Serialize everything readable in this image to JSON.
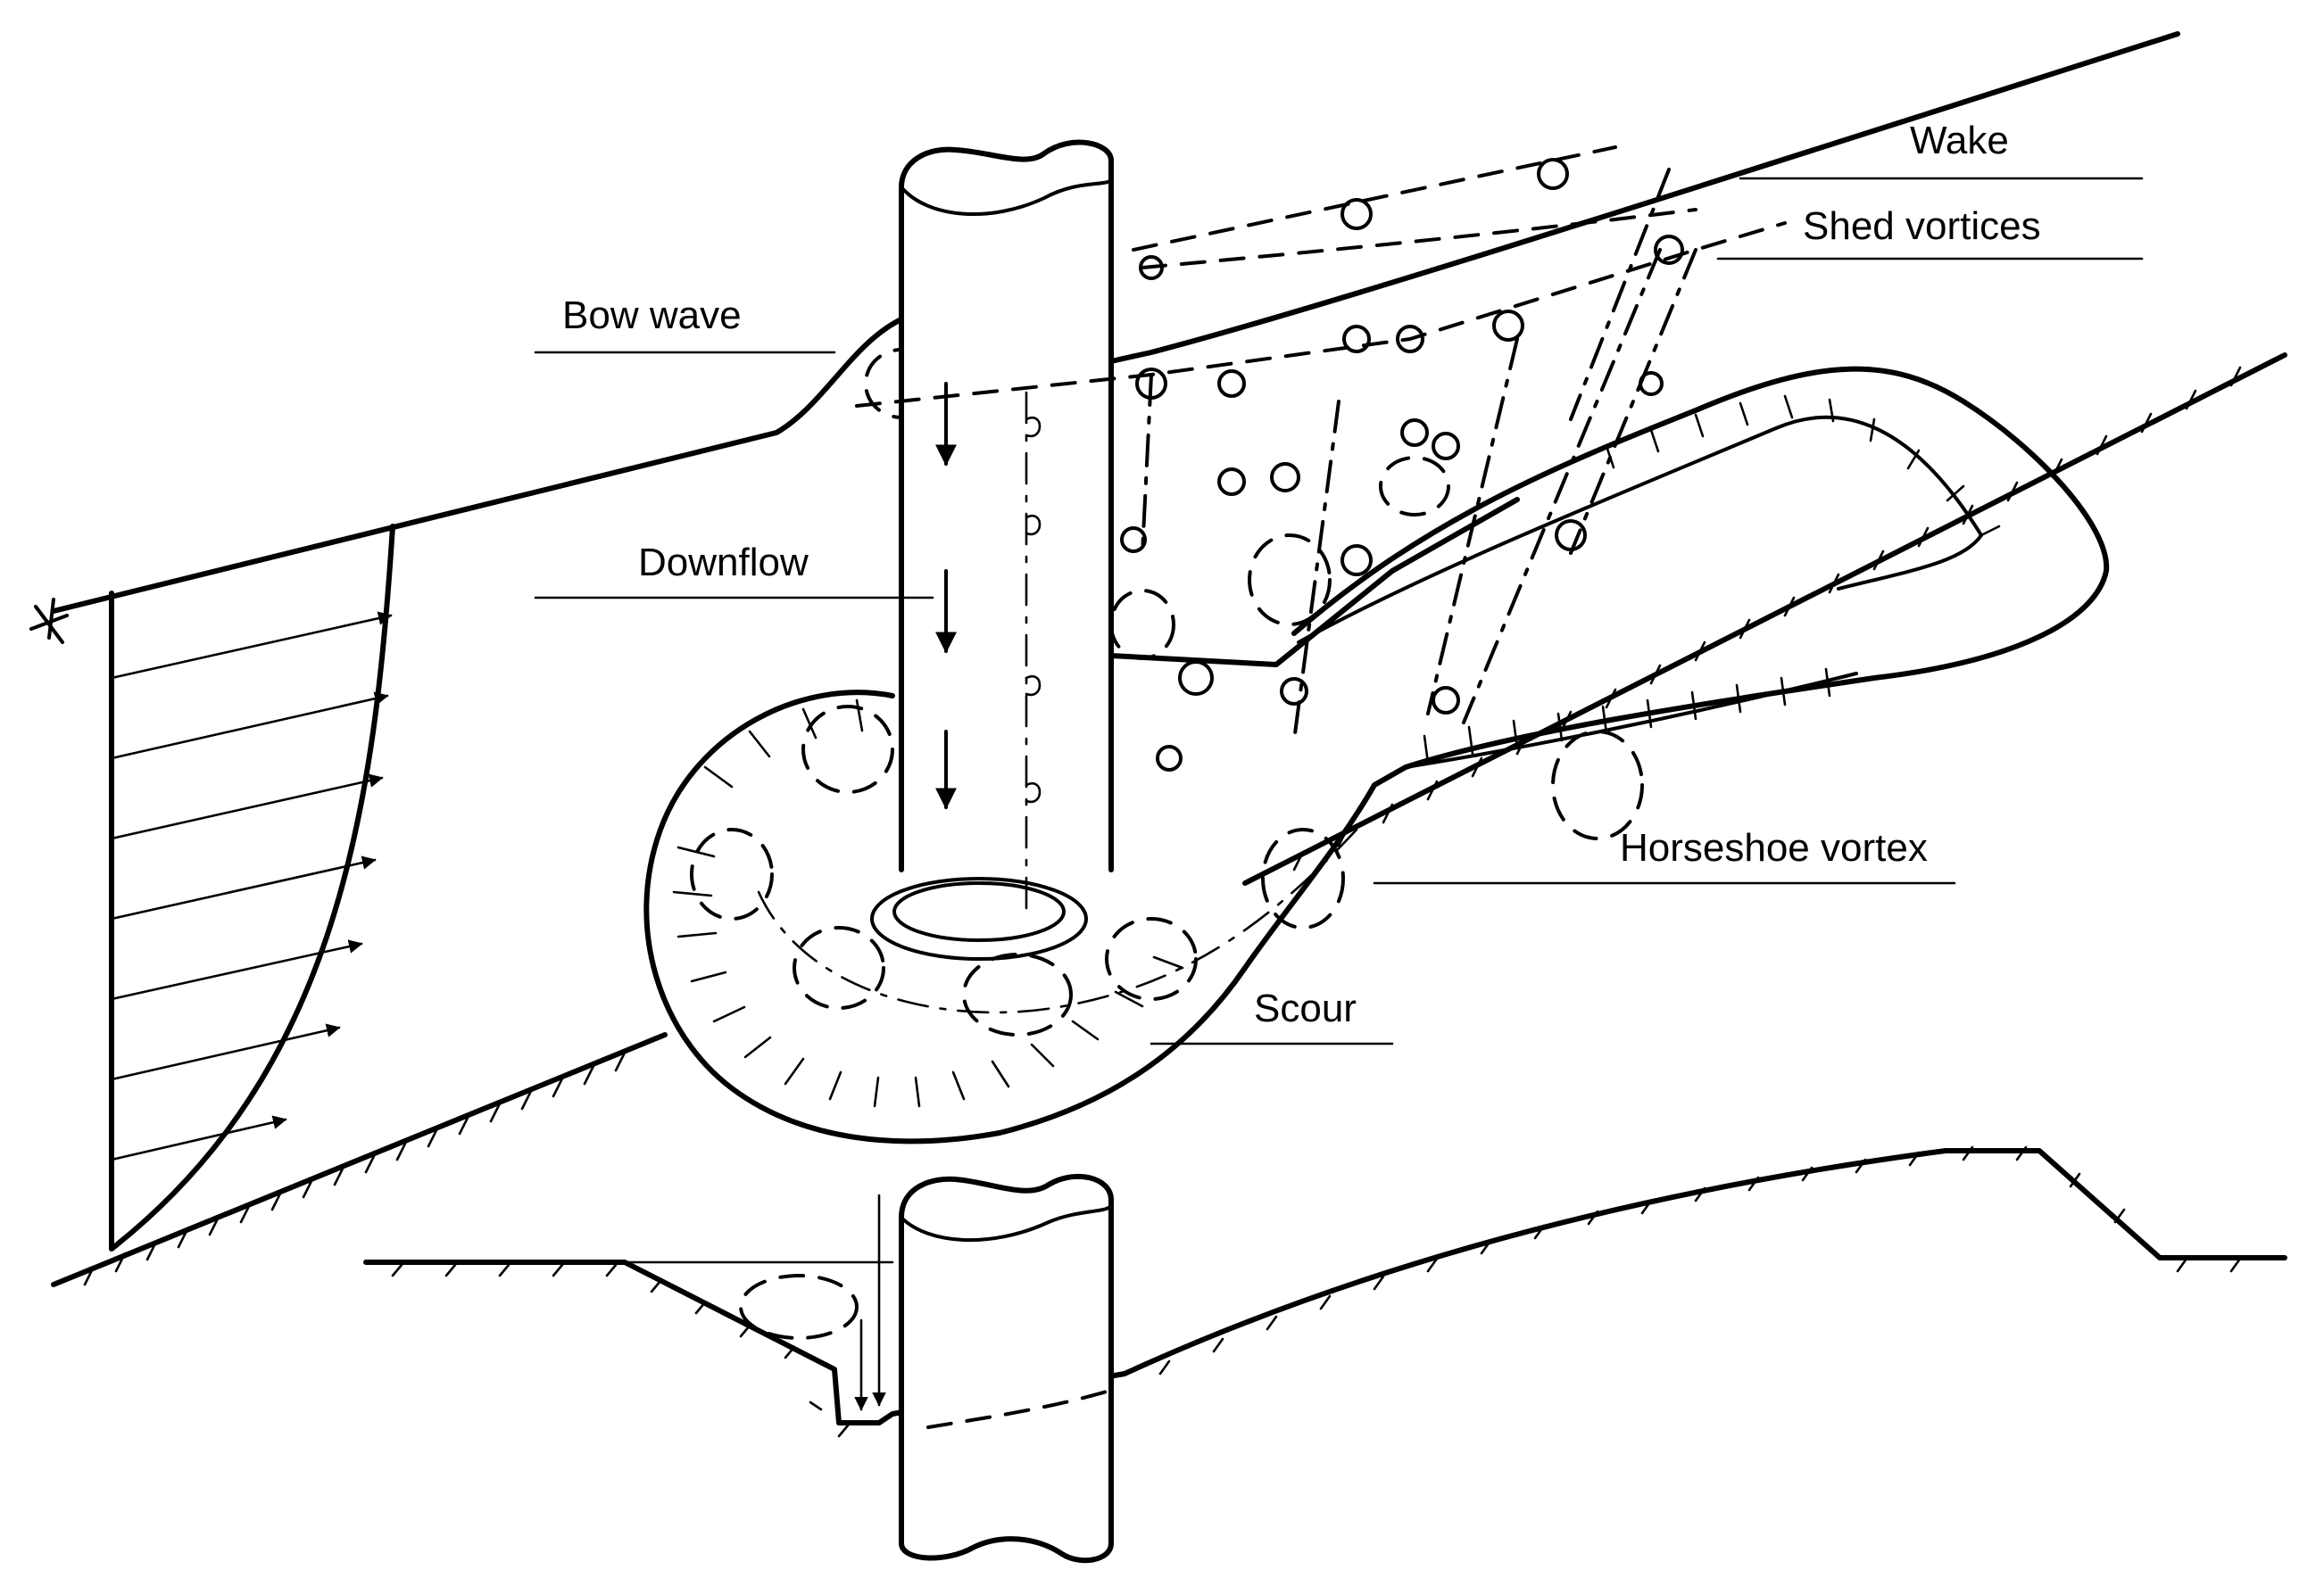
{
  "labels": {
    "wake": "Wake",
    "shed_vortices": "Shed vortices",
    "bow_wave": "Bow wave",
    "downflow": "Downflow",
    "horseshoe_vortex": "Horseshoe vortex",
    "scour": "Scour"
  },
  "colors": {
    "ink": "#000000",
    "paper": "#ffffff"
  }
}
